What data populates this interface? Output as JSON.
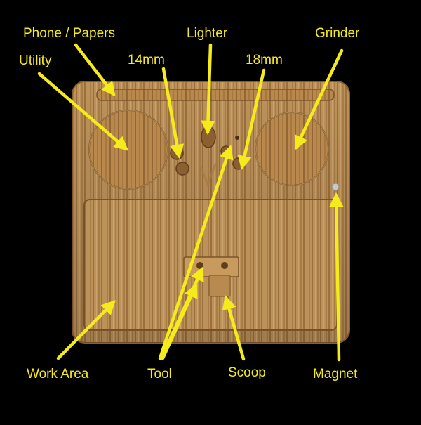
{
  "colors": {
    "background": "#000000",
    "annotation": "#f5ea1a",
    "bamboo_light": "#c99a5e",
    "bamboo_dark": "#8e6532",
    "recess": "#b98a50"
  },
  "labels": {
    "phone_papers": "Phone / Papers",
    "lighter": "Lighter",
    "grinder": "Grinder",
    "utility": "Utility",
    "mm14": "14mm",
    "mm18": "18mm",
    "work_area": "Work Area",
    "tool": "Tool",
    "scoop": "Scoop",
    "magnet": "Magnet"
  }
}
